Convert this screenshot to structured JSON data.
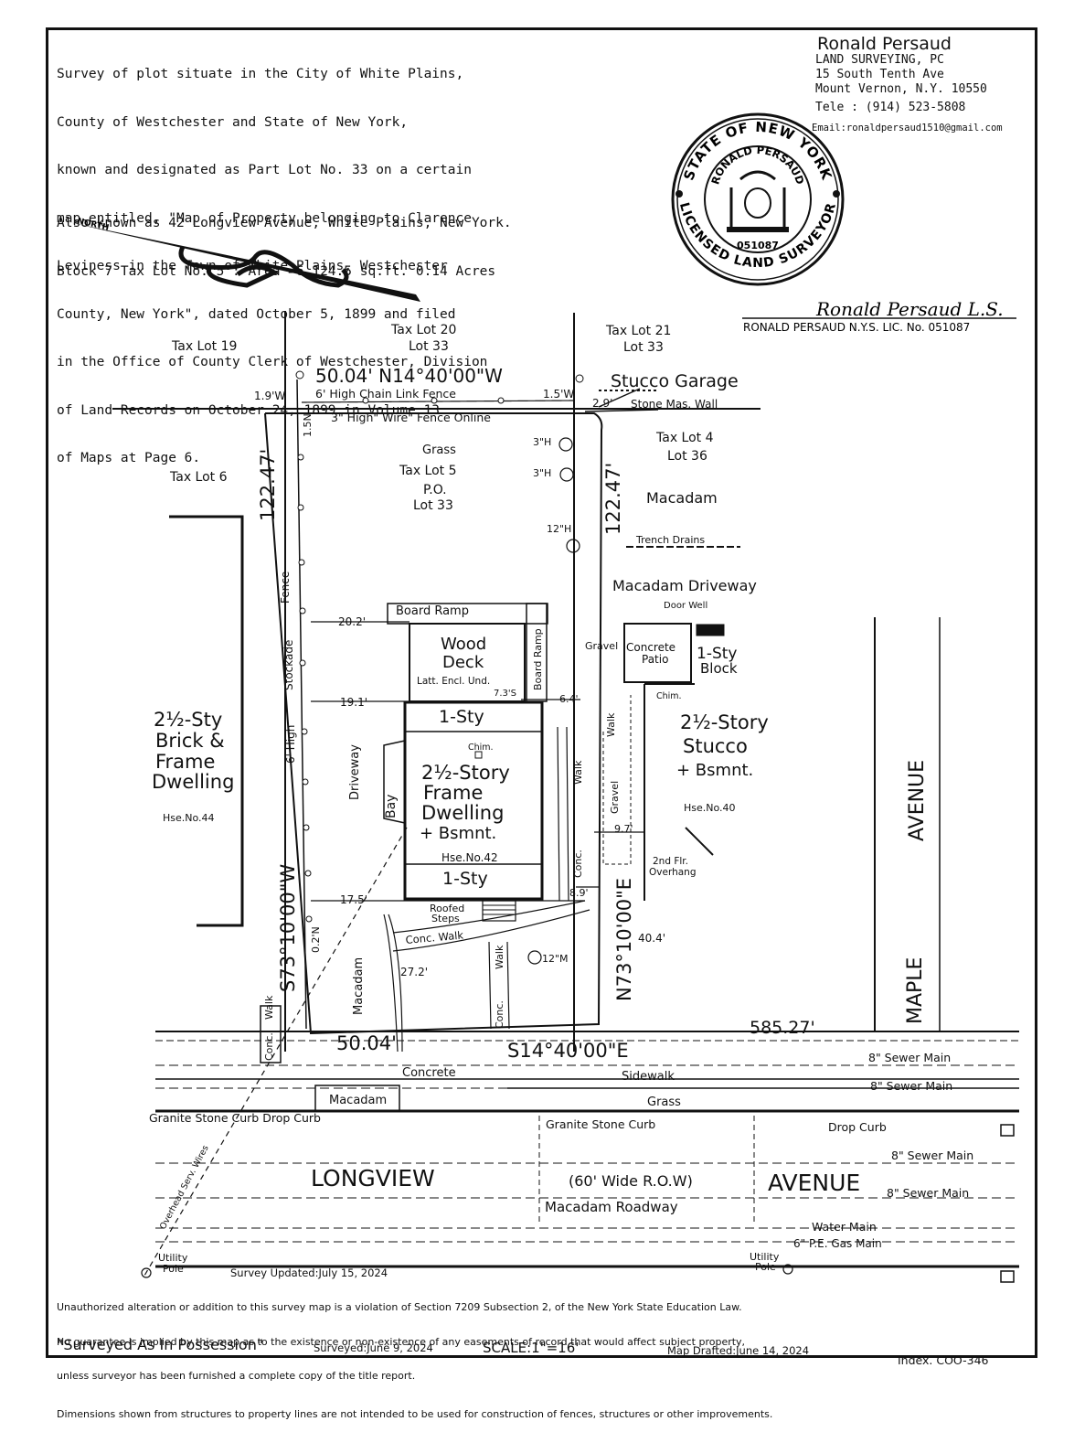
{
  "description": [
    "Survey of plot situate in the City of White Plains,",
    "County of Westchester and State of New York,",
    "known and designated as Part Lot No. 33 on a certain",
    "map entitled, \"Map of Property belonging to Clarence",
    "Leviness in the Town of White Plains, Westchester",
    "County, New York\", dated October 5, 1899 and filed",
    "in the Office of County Clerk of Westchester, Division",
    "of Land Records on October 24, 1899 in Volume 13",
    "of Maps at Page 6."
  ],
  "also_known": "Also known as 42 Longview Avenue, White Plains, New York.",
  "block_line": "Block 7 Tax Lot No. 5 : Area =6,124.5 sq.ft. 0.14 Acres",
  "north": "NORTH",
  "firm": {
    "name": "Ronald Persaud",
    "line1": "LAND SURVEYING, PC",
    "line2": "15 South Tenth Ave",
    "line3": "Mount Vernon, N.Y. 10550",
    "tele": "Tele : (914) 523-5808",
    "email": "Email:ronaldpersaud1510@gmail.com"
  },
  "seal": {
    "outer": "STATE OF NEW YORK",
    "inner": "RONALD PERSAUD",
    "number": "051087",
    "bottom": "LICENSED LAND SURVEYOR"
  },
  "signature": "Ronald Persaud L.S.",
  "license": "RONALD PERSAUD N.Y.S. LIC. No. 051087",
  "lots": {
    "tl19": "Tax Lot 19",
    "tl20a": "Tax Lot 20",
    "tl20b": "Lot 33",
    "tl21a": "Tax Lot 21",
    "tl21b": "Lot 33",
    "tl6": "Tax Lot 6",
    "tl4a": "Tax Lot 4",
    "tl4b": "Lot 36",
    "tl5a": "Tax Lot 5",
    "tl5b": "P.O.",
    "tl5c": "Lot 33"
  },
  "labels": {
    "top_dim": "50.04' N14°40'00\"W",
    "stucco_garage": "Stucco Garage",
    "fence6": "6' High   Chain   Link   Fence",
    "d19": "1.9'W",
    "d15": "1.5'W",
    "d29": "2.9'",
    "stone_wall": "Stone Mas. Wall",
    "wire_fence": "3\" High\"  Wire\"  Fence  Online",
    "n15": "1.5N",
    "grass": "Grass",
    "h3a": "3\"H",
    "h3b": "3\"H",
    "h12": "12\"H",
    "left_dim": "122.47'",
    "right_dim": "122.47'",
    "macadam_r": "Macadam",
    "trench": "Trench Drains",
    "macadam_drive": "Macadam     Driveway",
    "door_well": "Door Well",
    "fence_v": "Fence",
    "d202": "20.2'",
    "board_ramp": "Board      Ramp",
    "board_ramp_v": "Board Ramp",
    "wood": "Wood",
    "deck": "Deck",
    "latt": "Latt. Encl. Und.",
    "gravel": "Gravel",
    "concrete": "Concrete",
    "patio": "Patio",
    "one_sty": "1-Sty",
    "block": "Block",
    "stockade": "Stockade",
    "d191": "19.1'",
    "d73": "7.3'S",
    "d64": "6.4'",
    "chim": "Chim.",
    "one_sty_top": "1-Sty",
    "chim2": "Chim.",
    "left_house1": "2½-Sty",
    "left_house2": "Brick &",
    "left_house3": "Frame",
    "left_house4": "Dwelling",
    "hse44": "Hse.No.44",
    "high6": "6' High",
    "driveway_v": "Driveway",
    "bay": "Bay",
    "main1": "2½-Story",
    "main2": "Frame",
    "main3": "Dwelling",
    "main4": "+ Bsmnt.",
    "walk_v1": "Walk",
    "walk_v2": "Walk",
    "gravel_v": "Gravel",
    "right_house1": "2½-Story",
    "right_house2": "Stucco",
    "right_house3": "+ Bsmnt.",
    "hse40": "Hse.No.40",
    "hse42": "Hse.No.42",
    "one_sty_bot": "1-Sty",
    "d97": "9.7'",
    "overhang1": "2nd Flr.",
    "overhang2": "Overhang",
    "conc_v": "Conc.",
    "d175": "17.5'",
    "d89": "8.9'",
    "roofed1": "Roofed",
    "roofed2": "Steps",
    "conc_walk": "Conc.    Walk",
    "d02": "0.2'N",
    "d272": "27.2'",
    "h12m": "12\"M",
    "d404": "40.4'",
    "left_bear": "S73°10'00\"W",
    "right_bear": "N73°10'00\"E",
    "macadam_v": "Macadam",
    "walk_v3": "Walk",
    "conc_v2": "Conc.",
    "walk_v4": "Walk",
    "conc_v3": "Conc.",
    "d58527": "585.27'",
    "bot_dim1": "50.04'",
    "bot_dim2": "S14°40'00\"E",
    "maple": "MAPLE",
    "avenue_v": "AVENUE",
    "sewer1": "8\" Sewer   Main",
    "sewer2": "8\" Sewer   Main",
    "concrete_sw": "Concrete",
    "sidewalk": "Sidewalk",
    "macadam_sw": "Macadam",
    "grass_sw": "Grass",
    "granite": "Granite   Stone   Curb   Drop   Curb",
    "granite2": "Granite     Stone     Curb",
    "drop_curb": "Drop    Curb",
    "sewer3": "8\" Sewer   Main",
    "longview": "LONGVIEW",
    "row": "(60' Wide R.O.W)",
    "avenue": "AVENUE",
    "sewer4": "8\" Sewer   Main",
    "macadam_rd": "Macadam      Roadway",
    "water": "Water   Main",
    "gas": "6\" P.E. Gas Main",
    "overhead": "Overhead Serv. Wires",
    "utility1": "Utility",
    "pole1": "Pole",
    "utility2": "Utility",
    "pole2": "Pole"
  },
  "footer": {
    "updated": "Survey Updated:July 15, 2024",
    "disclaimer": [
      "Unauthorized alteration or addition to this survey map is a violation of Section 7209 Subsection 2, of the New York State Education Law.",
      "No guarantee is implied by this map as to the existence or non-existence of any easements of record that would affect subject property,",
      "unless surveyor has been furnished a complete copy of the title report.",
      "Dimensions shown from structures to property lines are not intended to be used for construction of fences, structures or other improvements."
    ],
    "possession": "\"Surveyed As In Possession\"",
    "surveyed": "Surveyed:June 9, 2024",
    "scale": "SCALE:1\"=16'",
    "drafted": "Map Drafted:June 14, 2024",
    "index": "Index. COO-346"
  }
}
